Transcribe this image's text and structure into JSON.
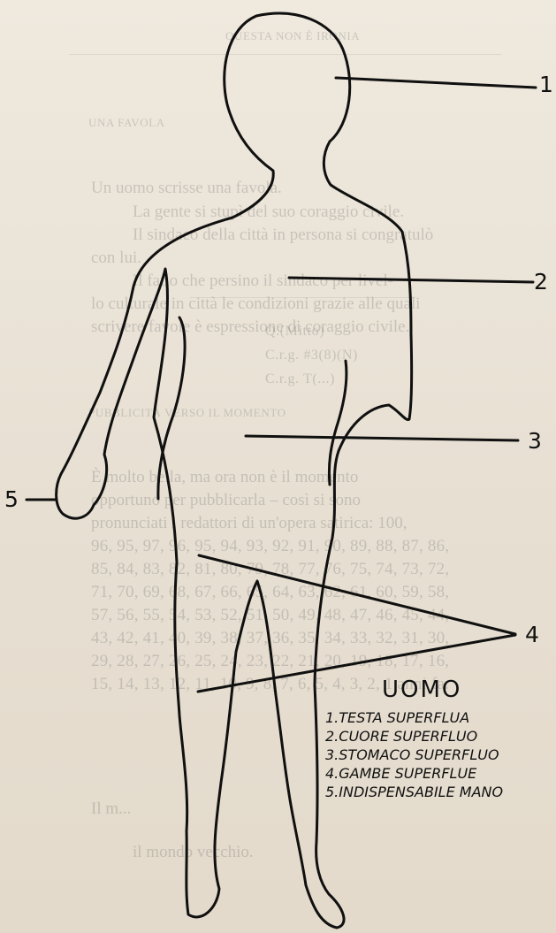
{
  "background_print": {
    "header": "QUESTA NON È IRONIA",
    "section1_title": "UNA FAVOLA",
    "section1_lines": [
      "Un uomo scrisse una favola.",
      "La gente si stupì del suo coraggio civile.",
      "Il sindaco della città in persona si congratulò",
      "con lui.",
      "Il fatto che persino il sindaco per livel-",
      "lo culturale in città le condizioni grazie alle quali",
      "scrivere favole è espressione di coraggio civile."
    ],
    "section2_title": "PUBBLICITÀ VERSO IL MOMENTO",
    "section2_lines": [
      "È molto bella, ma ora non è il momento",
      "opportuno per pubblicarla – così si sono",
      "pronunciati i redattori di un'opera satirica: 100,"
    ],
    "countdown_lines": [
      "96, 95, 97, 96, 95, 94, 93, 92, 91, 90, 89, 88, 87, 86,",
      "85, 84, 83, 82, 81, 80, 79, 78, 77, 76, 75, 74, 73, 72,",
      "71, 70, 69, 68, 67, 66, 65, 64, 63, 62, 61, 60, 59, 58,",
      "57, 56, 55, 54, 53, 52, 51, 50, 49, 48, 47, 46, 45, 44,",
      "43, 42, 41, 40, 39, 38, 37, 36, 35, 34, 33, 32, 31, 30,",
      "29, 28, 27, 26, 25, 24, 23, 22, 21, 20, 19, 18, 17, 16,",
      "15, 14, 13, 12, 11, 10, 9, 8, 7, 6, 5, 4, 3, 2, 1 anni fa."
    ],
    "footer_lines": [
      "Il m...",
      "il mondo vecchio."
    ],
    "faint_table_lines": [
      "Q.(Mitto)",
      "C.r.g. #3(8)(N)",
      "C.r.g. T(...)"
    ]
  },
  "drawing": {
    "number_labels": [
      "1",
      "2",
      "3",
      "4",
      "5"
    ],
    "legend": {
      "title": "UOMO",
      "items": [
        "1.TESTA SUPERFLUA",
        "2.CUORE SUPERFLUO",
        "3.STOMACO SUPERFLUO",
        "4.GAMBE SUPERFLUE",
        "5.INDISPENSABILE MANO"
      ]
    }
  }
}
